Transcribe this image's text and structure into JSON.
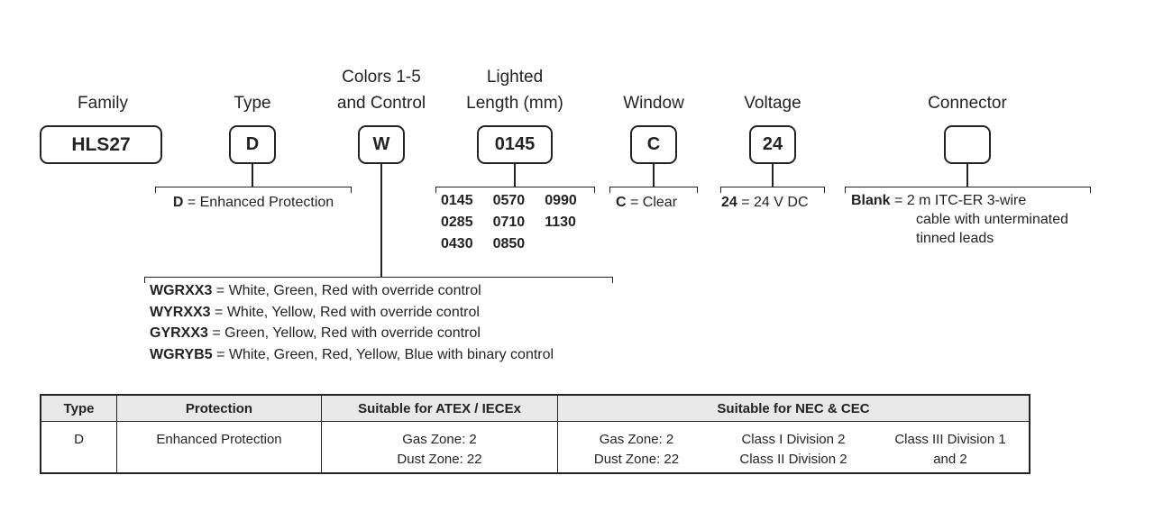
{
  "diagram": {
    "fields": {
      "family": {
        "label": "Family",
        "code": "HLS27"
      },
      "type": {
        "label": "Type",
        "code": "D"
      },
      "colors": {
        "label_line1": "Colors 1-5",
        "label_line2": "and Control",
        "code": "W"
      },
      "lighted": {
        "label_line1": "Lighted",
        "label_line2": "Length (mm)",
        "code": "0145"
      },
      "window": {
        "label": "Window",
        "code": "C"
      },
      "voltage": {
        "label": "Voltage",
        "code": "24"
      },
      "connector": {
        "label": "Connector",
        "code": ""
      }
    },
    "notes": {
      "type": {
        "code": "D",
        "desc": " = Enhanced Protection"
      },
      "colors": [
        {
          "code": "WGRXX3",
          "desc": " = White, Green, Red with override control"
        },
        {
          "code": "WYRXX3",
          "desc": " = White, Yellow, Red with override control"
        },
        {
          "code": "GYRXX3",
          "desc": " = Green, Yellow, Red with override control"
        },
        {
          "code": "WGRYB5",
          "desc": " = White, Green, Red, Yellow, Blue with binary control"
        }
      ],
      "lighted_lengths": [
        [
          "0145",
          "0285",
          "0430"
        ],
        [
          "0570",
          "0710",
          "0850"
        ],
        [
          "0990",
          "1130"
        ]
      ],
      "window": {
        "code": "C",
        "desc": " = Clear"
      },
      "voltage": {
        "code": "24",
        "desc": " = 24 V DC"
      },
      "connector": {
        "code": "Blank",
        "desc": " = 2 m ITC-ER 3-wire",
        "desc_line2": "cable with unterminated",
        "desc_line3": "tinned leads"
      }
    }
  },
  "table": {
    "headers": [
      "Type",
      "Protection",
      "Suitable for ATEX / IECEx",
      "Suitable for NEC & CEC"
    ],
    "row": {
      "type": "D",
      "protection": "Enhanced Protection",
      "atex": [
        "Gas Zone: 2",
        "Dust Zone: 22"
      ],
      "nec": [
        [
          "Gas Zone: 2",
          "Dust Zone: 22"
        ],
        [
          "Class I Division 2",
          "Class II Division 2"
        ],
        [
          "Class III Division 1",
          "and 2"
        ]
      ]
    }
  }
}
